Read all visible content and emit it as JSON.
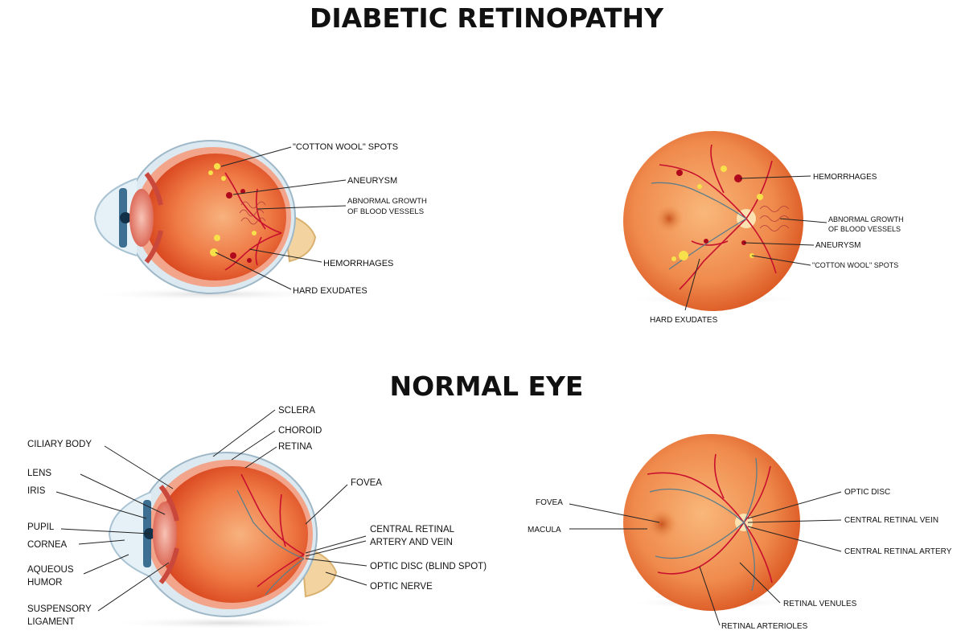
{
  "diabetic": {
    "title": "DIABETIC RETINOPATHY",
    "side_labels": {
      "cotton_wool": "\"COTTON WOOL\" SPOTS",
      "aneurysm": "ANEURYSM",
      "abnormal_1": "ABNORMAL GROWTH",
      "abnormal_2": "OF BLOOD VESSELS",
      "hemorrhages": "HEMORRHAGES",
      "hard_exudates": "HARD EXUDATES"
    },
    "fundus_labels": {
      "hemorrhages": "HEMORRHAGES",
      "abnormal_1": "ABNORMAL GROWTH",
      "abnormal_2": "OF BLOOD VESSELS",
      "aneurysm": "ANEURYSM",
      "cotton_wool": "\"COTTON WOOL\" SPOTS",
      "hard_exudates": "HARD EXUDATES"
    }
  },
  "normal": {
    "title": "NORMAL EYE",
    "side_labels": {
      "sclera": "SCLERA",
      "choroid": "CHOROID",
      "retina": "RETINA",
      "ciliary_body": "CILIARY BODY",
      "lens": "LENS",
      "iris": "IRIS",
      "pupil": "PUPIL",
      "cornea": "CORNEA",
      "aqueous_1": "AQUEOUS",
      "aqueous_2": "HUMOR",
      "suspensory_1": "SUSPENSORY",
      "suspensory_2": "LIGAMENT",
      "fovea": "FOVEA",
      "central_1": "CENTRAL RETINAL",
      "central_2": "ARTERY AND VEIN",
      "optic_disc": "OPTIC DISC (BLIND SPOT)",
      "optic_nerve": "OPTIC NERVE"
    },
    "fundus_labels": {
      "fovea": "FOVEA",
      "macula": "MACULA",
      "optic_disc": "OPTIC DISC",
      "central_vein": "CENTRAL RETINAL VEIN",
      "central_artery": "CENTRAL RETINAL ARTERY",
      "venules": "RETINAL VENULES",
      "arterioles": "RETINAL ARTERIOLES"
    }
  },
  "colors": {
    "globe_outer": "#f3a07a",
    "globe_inner": "#e8542a",
    "fundus_center": "#f6a165",
    "fundus_edge": "#e05a2a",
    "vessel": "#c8102e",
    "vein": "#5d7d8a",
    "exudate": "#f7e04a",
    "sclera": "#cfe3ee",
    "leader": "#222222"
  }
}
